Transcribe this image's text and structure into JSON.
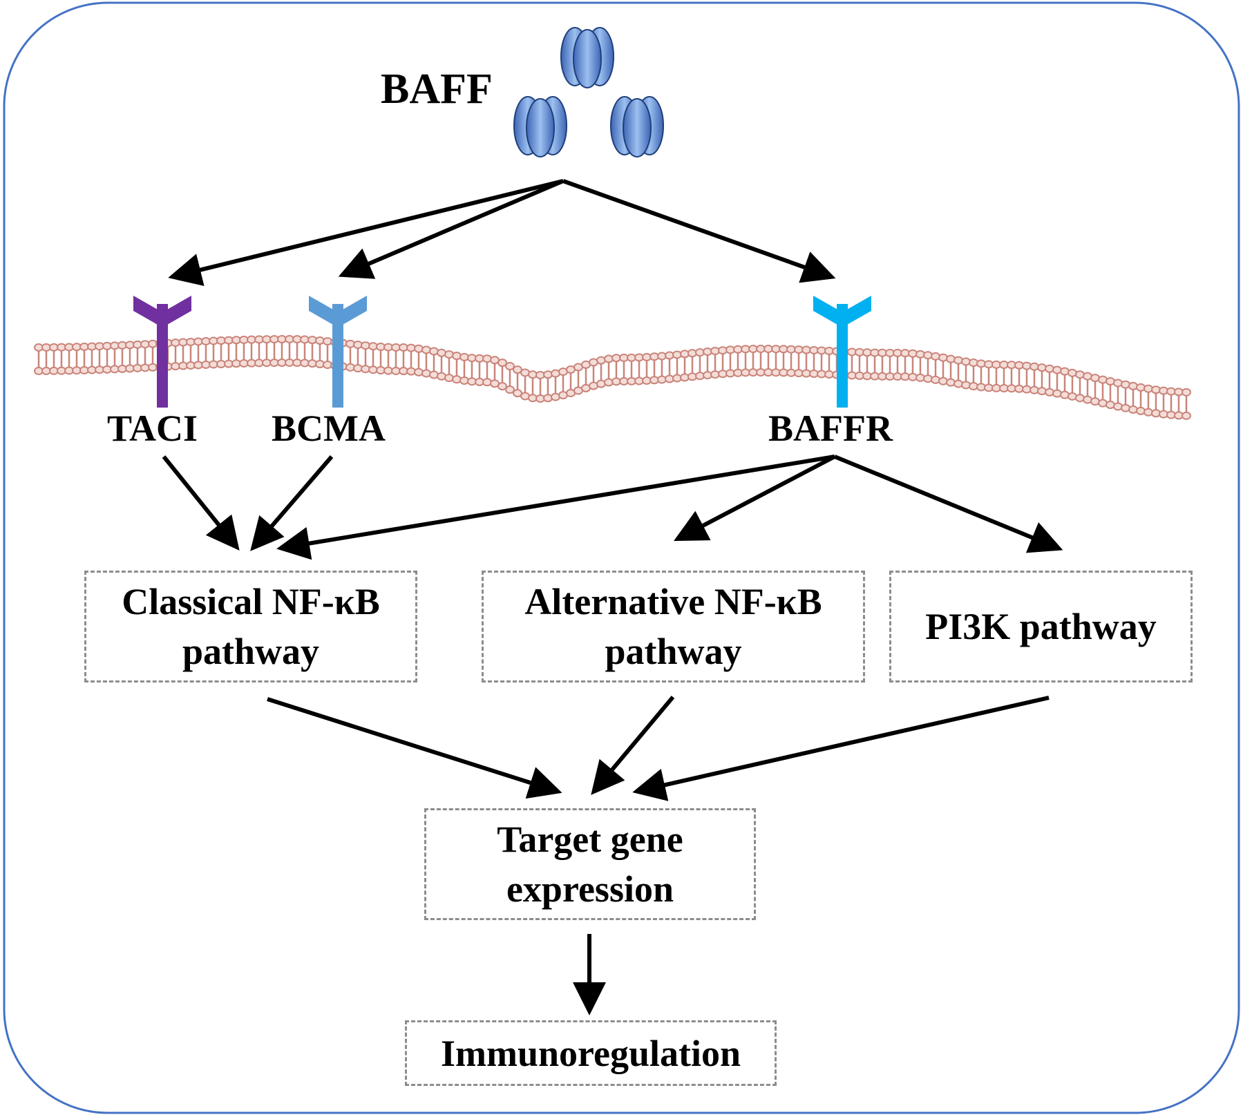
{
  "ligand": {
    "label": "BAFF"
  },
  "receptors": [
    {
      "id": "taci",
      "label": "TACI",
      "color": "#7030a0"
    },
    {
      "id": "bcma",
      "label": "BCMA",
      "color": "#5b9bd5"
    },
    {
      "id": "baffr",
      "label": "BAFFR",
      "color": "#00b0f0"
    }
  ],
  "pathways": [
    {
      "id": "classical",
      "label": "Classical NF-κB\npathway"
    },
    {
      "id": "alternative",
      "label": "Alternative NF-κB\npathway"
    },
    {
      "id": "pi3k",
      "label": "PI3K pathway"
    }
  ],
  "outcomes": {
    "target_gene": "Target gene\nexpression",
    "immunoregulation": "Immunoregulation"
  },
  "colors": {
    "frame": "#4472c4",
    "membrane": "#c9847a",
    "protein": "#4a78c8",
    "arrow": "#000000",
    "box_border": "#8c8c8c"
  }
}
